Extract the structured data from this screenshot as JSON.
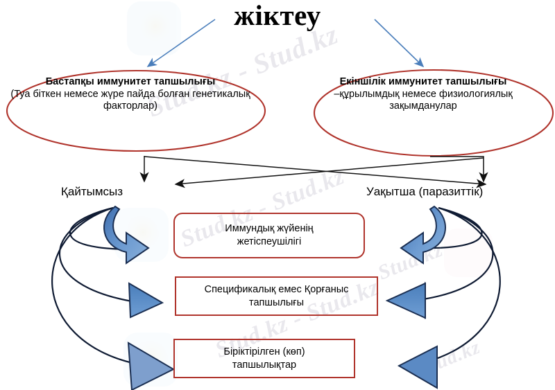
{
  "title": "жіктеу",
  "watermark": {
    "lines": [
      "Stud.kz - Stud.kz",
      "Stud.kz - Stud.kz",
      "Stud.kz - Stud.kz",
      "Stud.kz",
      "Stud.kz"
    ]
  },
  "ellipses": [
    {
      "id": "primary-immunodeficiency",
      "heading": "Бастапқы иммунитет тапшылығы",
      "body": "(Туа біткен немесе жүре пайда болған генетикалық факторлар)"
    },
    {
      "id": "secondary-immunodeficiency",
      "heading": "Екіншілік иммунитет тапшылығы",
      "body": "–құрылымдық немесе физиологиялық зақымданулар"
    }
  ],
  "branches": [
    {
      "id": "irreversible",
      "label": "Қайтымсыз"
    },
    {
      "id": "temporary",
      "label": "Уақытша (паразиттік)"
    }
  ],
  "boxes": [
    {
      "id": "immune-system-deficiency",
      "line1": "Иммундық жүйенің",
      "line2": "жетіспеушілігі"
    },
    {
      "id": "nonspecific-defense-deficiency",
      "line1": "Спецификалық емес Қорғаныс",
      "line2": "тапшылығы"
    },
    {
      "id": "combined-deficiencies",
      "line1": "Біріктірілген (көп)",
      "line2": "тапшылықтар"
    }
  ],
  "colors": {
    "ellipse_stroke": "#b0342c",
    "box_stroke": "#b0342c",
    "blue_arrow_fill": "#4a7ebb",
    "blue_arrow_stroke": "#17375e",
    "thin_arrow": "#4a7ebb",
    "black_arrow": "#000000",
    "title_text": "#000000",
    "watermark_text": "#b9b4c4"
  }
}
